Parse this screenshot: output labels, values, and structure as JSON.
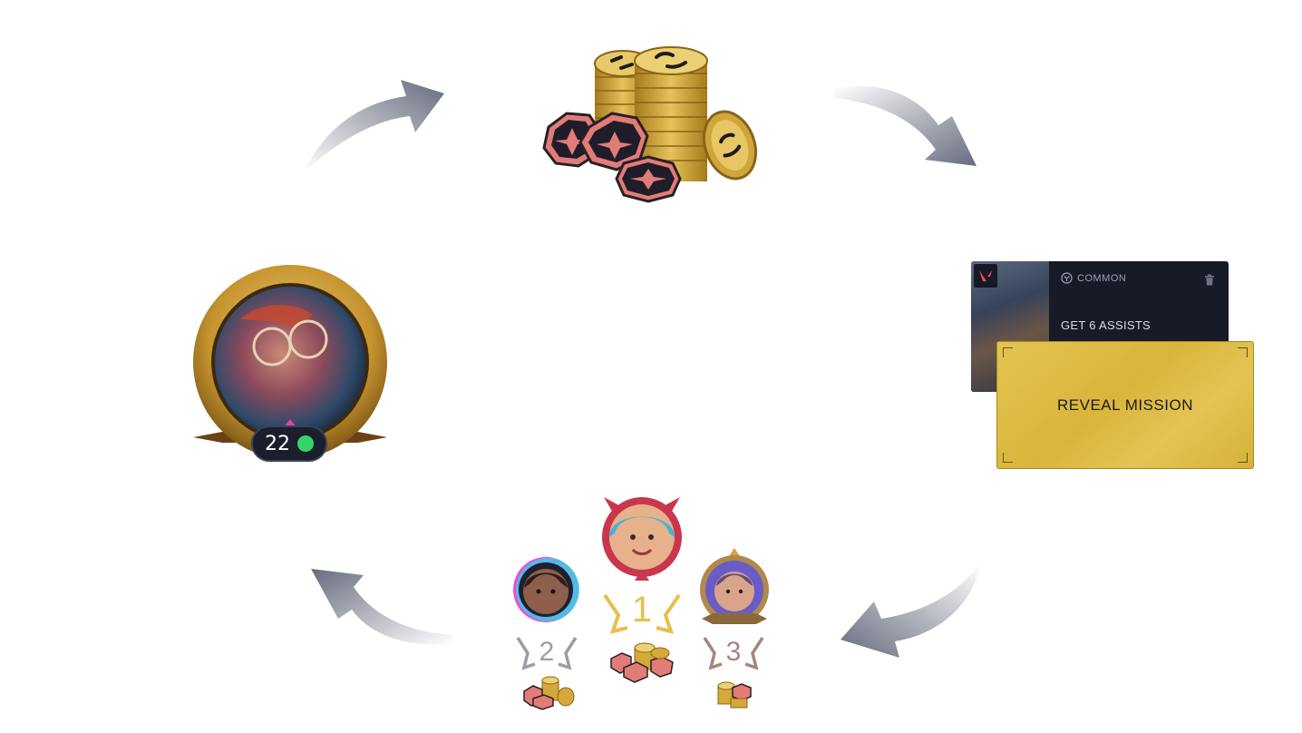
{
  "colors": {
    "arrow": "#6e7386",
    "gold": "#d4a93a",
    "pink": "#d97470",
    "card_bg": "#171b27",
    "reveal_bg": "#dcba44",
    "status_online": "#35d46a",
    "rank_1": "#e8be4c",
    "rank_2": "#9a9da6",
    "rank_3": "#a5877a"
  },
  "profile": {
    "level": "22",
    "status": "online"
  },
  "mission": {
    "rarity": "COMMON",
    "title": "GET 6 ASSISTS",
    "reveal_label": "REVEAL MISSION",
    "game_icon": "valorant-icon",
    "rarity_icon": "common-rarity-icon",
    "delete_icon": "trash-icon"
  },
  "leaderboard": {
    "first": "1",
    "second": "2",
    "third": "3"
  }
}
